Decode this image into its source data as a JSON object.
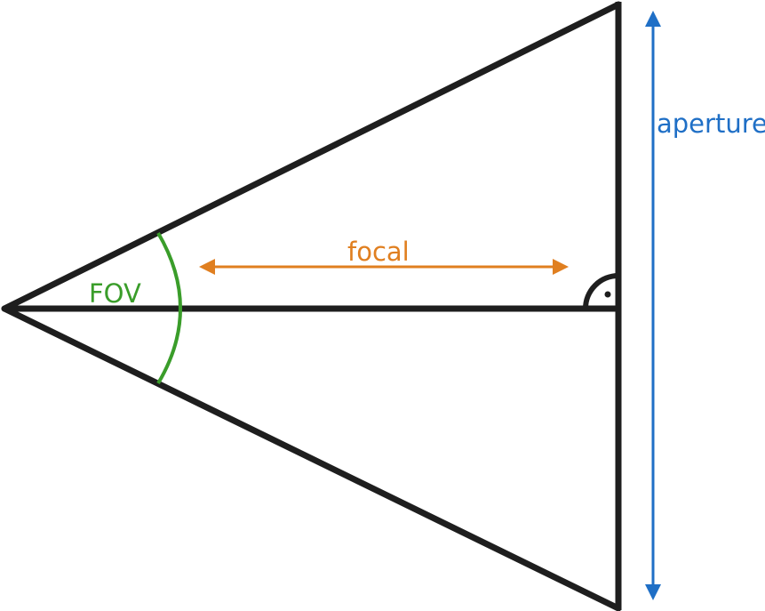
{
  "labels": {
    "fov": "FOV",
    "focal": "focal",
    "aperture": "aperture"
  },
  "colors": {
    "lines": "#1e1e1e",
    "fov": "#3a9d2a",
    "focal": "#e07f20",
    "aperture": "#1f6fc6"
  },
  "icons": {
    "right_angle": "right-angle-marker"
  }
}
